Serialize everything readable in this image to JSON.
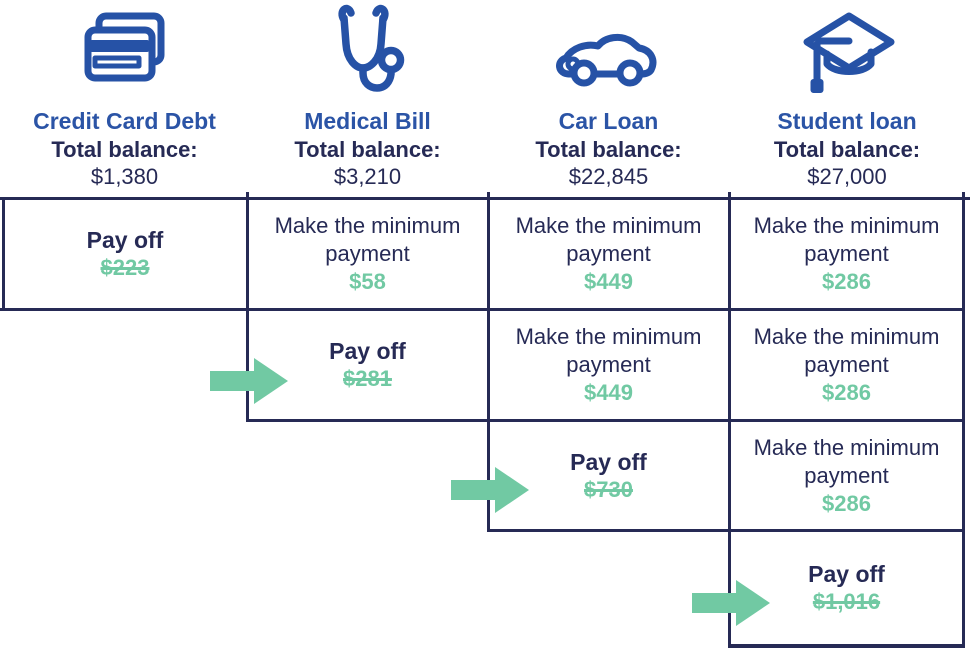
{
  "palette": {
    "navy": "#262A55",
    "blue": "#2B54A6",
    "green": "#71C9A3"
  },
  "columns": [
    {
      "icon": "credit-card-icon",
      "title": "Credit Card Debt",
      "balance_label": "Total balance:",
      "balance": "$1,380"
    },
    {
      "icon": "stethoscope-icon",
      "title": "Medical Bill",
      "balance_label": "Total balance:",
      "balance": "$3,210"
    },
    {
      "icon": "car-icon",
      "title": "Car Loan",
      "balance_label": "Total balance:",
      "balance": "$22,845"
    },
    {
      "icon": "graduation-cap-icon",
      "title": "Student loan",
      "balance_label": "Total balance:",
      "balance": "$27,000"
    }
  ],
  "labels": {
    "min_payment": "Make the minimum payment",
    "pay_off": "Pay off"
  },
  "schedule": [
    {
      "step": 1,
      "cells": [
        {
          "debt": "Credit Card Debt",
          "action": "pay_off",
          "amount": "$223",
          "paid_off": true
        },
        {
          "debt": "Medical Bill",
          "action": "min_payment",
          "amount": "$58"
        },
        {
          "debt": "Car Loan",
          "action": "min_payment",
          "amount": "$449"
        },
        {
          "debt": "Student loan",
          "action": "min_payment",
          "amount": "$286"
        }
      ]
    },
    {
      "step": 2,
      "cells": [
        {
          "debt": "Medical Bill",
          "action": "pay_off",
          "amount": "$281",
          "paid_off": true
        },
        {
          "debt": "Car Loan",
          "action": "min_payment",
          "amount": "$449"
        },
        {
          "debt": "Student loan",
          "action": "min_payment",
          "amount": "$286"
        }
      ]
    },
    {
      "step": 3,
      "cells": [
        {
          "debt": "Car Loan",
          "action": "pay_off",
          "amount": "$730",
          "paid_off": true
        },
        {
          "debt": "Student loan",
          "action": "min_payment",
          "amount": "$286"
        }
      ]
    },
    {
      "step": 4,
      "cells": [
        {
          "debt": "Student loan",
          "action": "pay_off",
          "amount": "$1,016",
          "paid_off": true
        }
      ]
    }
  ]
}
